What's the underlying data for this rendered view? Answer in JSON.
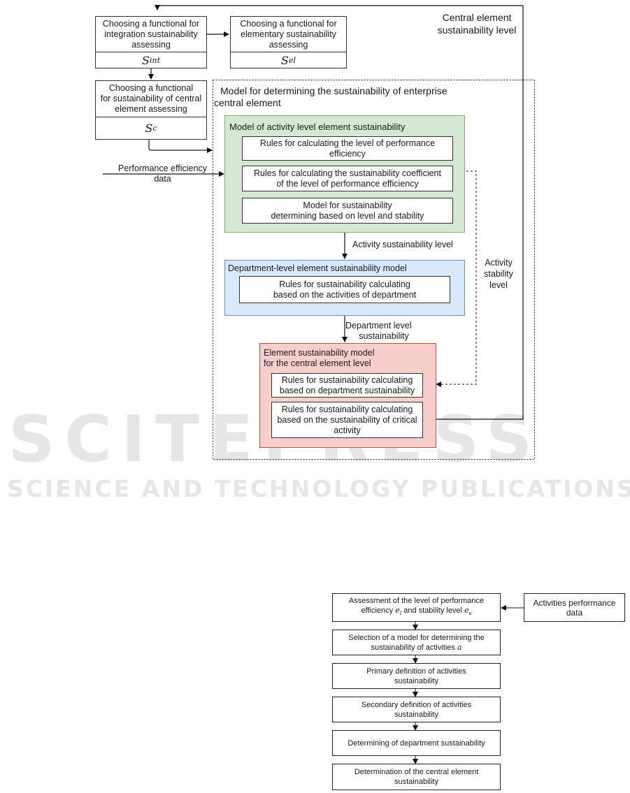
{
  "watermark": {
    "main": "SCITEPRESS",
    "sub": "SCIENCE AND TECHNOLOGY PUBLICATIONS"
  },
  "diagram1": {
    "central_level_label_line1": "Central element",
    "central_level_label_line2": "sustainability level",
    "integration_box": {
      "line1": "Choosing a functional for",
      "line2": "integration sustainability",
      "line3": "assessing",
      "symbol": "S",
      "symbol_sub": "int"
    },
    "elementary_box": {
      "line1": "Choosing a functional for",
      "line2": "elementary sustainability",
      "line3": "assessing",
      "symbol": "S",
      "symbol_sub": "el"
    },
    "central_box": {
      "line1": "Choosing a functional",
      "line2": "for sustainability of central",
      "line3": "element assessing",
      "symbol": "S",
      "symbol_sub": "c"
    },
    "model_title_line1": "Model for determining the sustainability of enterprise",
    "model_title_line2": "central element",
    "performance_input_line1": "Performance efficiency",
    "performance_input_line2": "data",
    "activity_panel": {
      "title": "Model of activity level element sustainability",
      "rule1_line1": "Rules for calculating the level of performance",
      "rule1_line2": "efficiency",
      "rule2_line1": "Rules for calculating the sustainability coefficient",
      "rule2_line2": "of the level of performance efficiency",
      "rule3_line1": "Model for sustainability",
      "rule3_line2": "determining based on level and stability"
    },
    "activity_level_label": "Activity sustainability level",
    "stability_label_line1": "Activity",
    "stability_label_line2": "stability",
    "stability_label_line3": "level",
    "department_panel": {
      "title": "Department-level element sustainability model",
      "rule_line1": "Rules for sustainability calculating",
      "rule_line2": "based on the activities of department"
    },
    "department_level_label_line1": "Department level",
    "department_level_label_line2": "sustainability",
    "central_panel": {
      "title_line1": "Element sustainability model",
      "title_line2": "for the central element level",
      "rule1_line1": "Rules for sustainability calculating",
      "rule1_line2": "based on department sustainability",
      "rule2_line1": "Rules for sustainability calculating",
      "rule2_line2": "based on the sustainability of critical",
      "rule2_line3": "activity"
    }
  },
  "diagram2": {
    "step1_line1": "Assessment of the level of performance",
    "step1_line2_prefix": "efficiency ",
    "step1_var1": "e",
    "step1_var1_sub": "l",
    "step1_mid": " and stability level ",
    "step1_var2": "e",
    "step1_var2_sub": "s",
    "input_line1": "Activities performance",
    "input_line2": "data",
    "step2_line1": "Selection of a model for determining the",
    "step2_line2_prefix": "sustainability of activities ",
    "step2_var": "a",
    "step3_line1": "Primary definition of activities",
    "step3_line2": "sustainability",
    "step4_line1": "Secondary definition of activities",
    "step4_line2": "sustainability",
    "step5": "Determining of department sustainability",
    "step6_line1": "Determination of the central element",
    "step6_line2": "sustainability"
  }
}
